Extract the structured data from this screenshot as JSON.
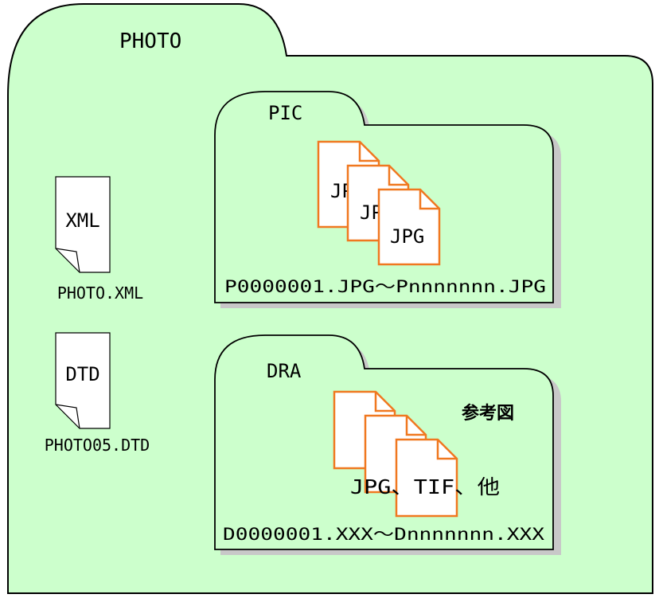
{
  "root_folder": {
    "name": "PHOTO"
  },
  "files": [
    {
      "icon_text": "XML",
      "filename": "PHOTO.XML"
    },
    {
      "icon_text": "DTD",
      "filename": "PHOTO05.DTD"
    }
  ],
  "subfolders": [
    {
      "name": "PIC",
      "doc_labels": [
        "JPG",
        "JPG",
        "JPG"
      ],
      "range_text": "P0000001.JPG～Pnnnnnnn.JPG"
    },
    {
      "name": "DRA",
      "note": "参考図",
      "types_text": "JPG、TIF、他",
      "range_text": "D0000001.XXX～Dnnnnnnn.XXX"
    }
  ],
  "colors": {
    "folder_fill": "#ccffcc",
    "outline": "#000000",
    "doc_border": "#f07820",
    "shadow": "#c8c8c8"
  }
}
